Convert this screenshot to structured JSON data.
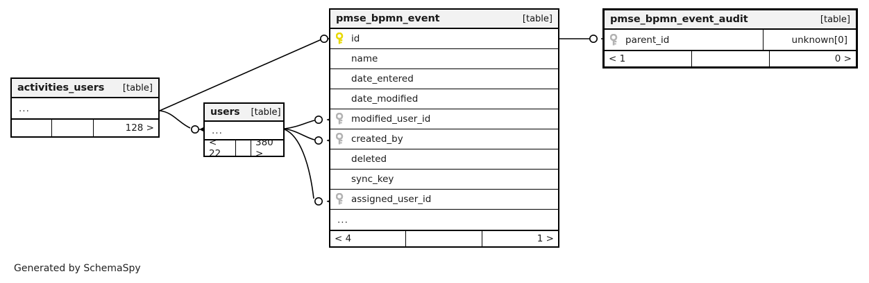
{
  "diagram": {
    "credit": "Generated by SchemaSpy",
    "table_tag": "[table]",
    "ellipsis": "...",
    "key_colors": {
      "primary": "#e8d900",
      "foreign": "#b3b3b3"
    },
    "line_color": "#000000"
  },
  "tables": [
    {
      "id": "activities_users",
      "name": "activities_users",
      "tag": "[table]",
      "rows": [
        {
          "name": "...",
          "key": "none",
          "type": ""
        }
      ],
      "footer": [
        "",
        "",
        "128 >"
      ]
    },
    {
      "id": "users",
      "name": "users",
      "tag": "[table]",
      "rows": [
        {
          "name": "...",
          "key": "none",
          "type": ""
        }
      ],
      "footer": [
        "< 22",
        "",
        "380 >"
      ]
    },
    {
      "id": "pmse_bpmn_event",
      "name": "pmse_bpmn_event",
      "tag": "[table]",
      "rows": [
        {
          "name": "id",
          "key": "primary",
          "type": ""
        },
        {
          "name": "name",
          "key": "none",
          "type": ""
        },
        {
          "name": "date_entered",
          "key": "none",
          "type": ""
        },
        {
          "name": "date_modified",
          "key": "none",
          "type": ""
        },
        {
          "name": "modified_user_id",
          "key": "foreign",
          "type": ""
        },
        {
          "name": "created_by",
          "key": "foreign",
          "type": ""
        },
        {
          "name": "deleted",
          "key": "none",
          "type": ""
        },
        {
          "name": "sync_key",
          "key": "none",
          "type": ""
        },
        {
          "name": "assigned_user_id",
          "key": "foreign",
          "type": ""
        },
        {
          "name": "...",
          "key": "none",
          "type": ""
        }
      ],
      "footer": [
        "< 4",
        "",
        "1 >"
      ]
    },
    {
      "id": "pmse_bpmn_event_audit",
      "name": "pmse_bpmn_event_audit",
      "tag": "[table]",
      "rows": [
        {
          "name": "parent_id",
          "key": "foreign",
          "type": "unknown[0]"
        }
      ],
      "footer": [
        "< 1",
        "",
        "0 >"
      ]
    }
  ],
  "relationships": [
    {
      "from": "activities_users",
      "to": "pmse_bpmn_event.id",
      "style": "straight"
    },
    {
      "from": "activities_users",
      "to": "users",
      "style": "curve"
    },
    {
      "from": "users",
      "to": "pmse_bpmn_event.modified_user_id",
      "style": "curve"
    },
    {
      "from": "users",
      "to": "pmse_bpmn_event.created_by",
      "style": "curve"
    },
    {
      "from": "users",
      "to": "pmse_bpmn_event.assigned_user_id",
      "style": "curve"
    },
    {
      "from": "pmse_bpmn_event.id",
      "to": "pmse_bpmn_event_audit.parent_id",
      "style": "straight"
    }
  ]
}
